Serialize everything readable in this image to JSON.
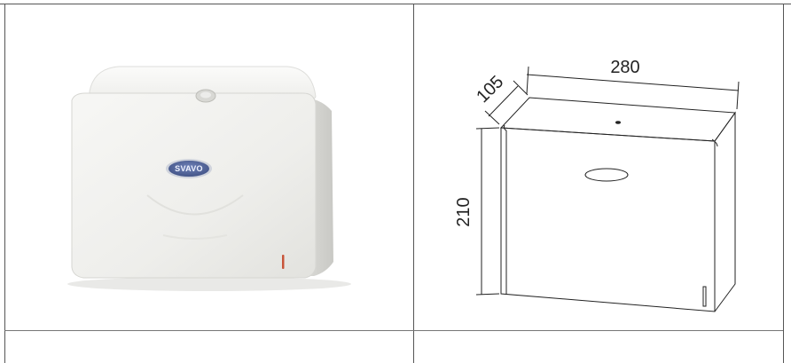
{
  "product": {
    "brand_logo_text": "SVAVO",
    "colors": {
      "body": "#f1f1ee",
      "logo_badge": "#4a5d93",
      "indicator": "#c8553a"
    }
  },
  "drawing": {
    "dimensions": {
      "width": "280",
      "depth": "105",
      "height": "210"
    }
  }
}
